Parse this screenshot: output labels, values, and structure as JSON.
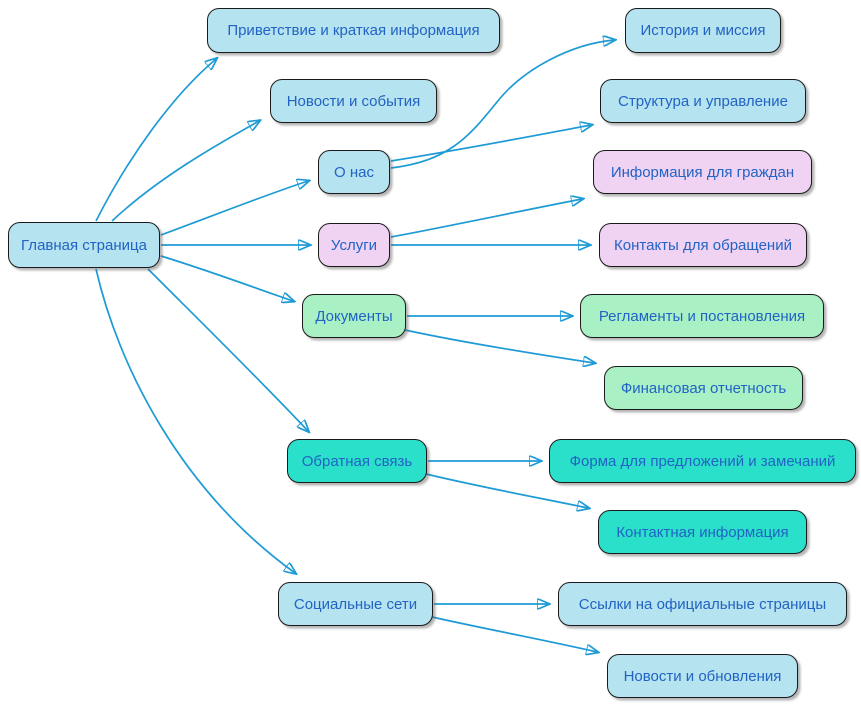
{
  "diagram": {
    "type": "sitemap-flowchart",
    "language": "ru",
    "root_label": "Главная страница"
  },
  "colors": {
    "node_blue": "#b5e3ef",
    "node_pink": "#f0d3f3",
    "node_green": "#a9f1c5",
    "node_teal": "#2ae0ca",
    "node_border": "#1a1a1a",
    "edge": "#1e9bd5",
    "label_text": "#2263c5",
    "background": "#ffffff"
  },
  "nodes": [
    {
      "id": "glavnaya",
      "label": "Главная страница",
      "color_group": "blue"
    },
    {
      "id": "privetstvie",
      "label": "Приветствие и краткая информация",
      "color_group": "blue"
    },
    {
      "id": "novosti",
      "label": "Новости и события",
      "color_group": "blue"
    },
    {
      "id": "o-nas",
      "label": "О нас",
      "color_group": "blue"
    },
    {
      "id": "uslugi",
      "label": "Услуги",
      "color_group": "pink"
    },
    {
      "id": "dokumenty",
      "label": "Документы",
      "color_group": "green"
    },
    {
      "id": "obratnaya",
      "label": "Обратная связь",
      "color_group": "teal"
    },
    {
      "id": "socseti",
      "label": "Социальные сети",
      "color_group": "blue"
    },
    {
      "id": "istoriya",
      "label": "История и миссия",
      "color_group": "blue"
    },
    {
      "id": "struktura",
      "label": "Структура и управление",
      "color_group": "blue"
    },
    {
      "id": "informaciya",
      "label": "Информация для граждан",
      "color_group": "pink"
    },
    {
      "id": "kontakty",
      "label": "Контакты для обращений",
      "color_group": "pink"
    },
    {
      "id": "reglamenty",
      "label": "Регламенты и постановления",
      "color_group": "green"
    },
    {
      "id": "finansovaya",
      "label": "Финансовая отчетность",
      "color_group": "green"
    },
    {
      "id": "forma",
      "label": "Форма для предложений и замечаний",
      "color_group": "teal"
    },
    {
      "id": "kontaktnaya",
      "label": "Контактная информация",
      "color_group": "teal"
    },
    {
      "id": "ssylki",
      "label": "Ссылки на официальные страницы",
      "color_group": "blue"
    },
    {
      "id": "novosti-obn",
      "label": "Новости и обновления",
      "color_group": "blue"
    }
  ],
  "edges": [
    {
      "from": "glavnaya",
      "to": "privetstvie"
    },
    {
      "from": "glavnaya",
      "to": "novosti"
    },
    {
      "from": "glavnaya",
      "to": "o-nas"
    },
    {
      "from": "glavnaya",
      "to": "uslugi"
    },
    {
      "from": "glavnaya",
      "to": "dokumenty"
    },
    {
      "from": "glavnaya",
      "to": "obratnaya"
    },
    {
      "from": "glavnaya",
      "to": "socseti"
    },
    {
      "from": "o-nas",
      "to": "istoriya"
    },
    {
      "from": "o-nas",
      "to": "struktura"
    },
    {
      "from": "uslugi",
      "to": "informaciya"
    },
    {
      "from": "uslugi",
      "to": "kontakty"
    },
    {
      "from": "dokumenty",
      "to": "reglamenty"
    },
    {
      "from": "dokumenty",
      "to": "finansovaya"
    },
    {
      "from": "obratnaya",
      "to": "forma"
    },
    {
      "from": "obratnaya",
      "to": "kontaktnaya"
    },
    {
      "from": "socseti",
      "to": "ssylki"
    },
    {
      "from": "socseti",
      "to": "novosti-obn"
    }
  ]
}
